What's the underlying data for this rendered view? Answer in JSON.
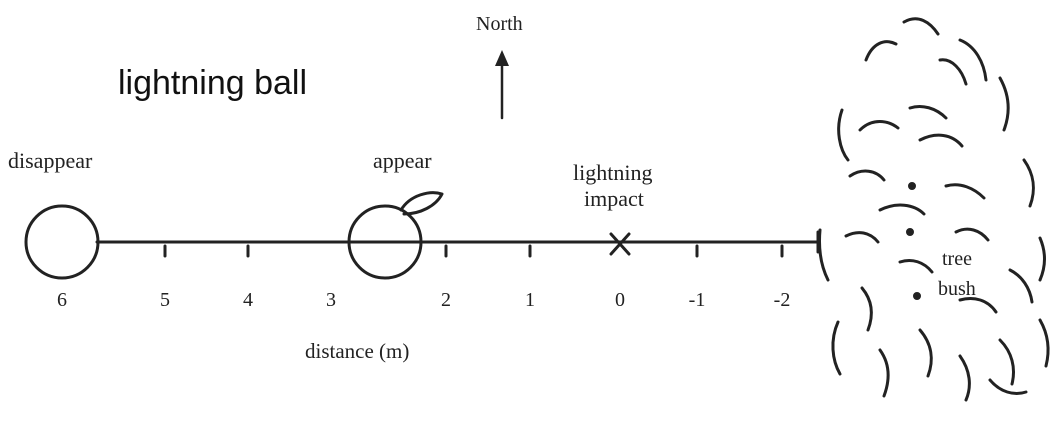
{
  "title": "lightning ball",
  "compass": {
    "label": "North"
  },
  "events": {
    "disappear": "disappear",
    "appear": "appear",
    "impact_line1": "lightning",
    "impact_line2": "impact"
  },
  "axis": {
    "label": "distance (m)",
    "ticks": [
      "6",
      "5",
      "4",
      "3",
      "2",
      "1",
      "0",
      "-1",
      "-2"
    ]
  },
  "bush": {
    "line1": "tree",
    "line2": "bush"
  }
}
